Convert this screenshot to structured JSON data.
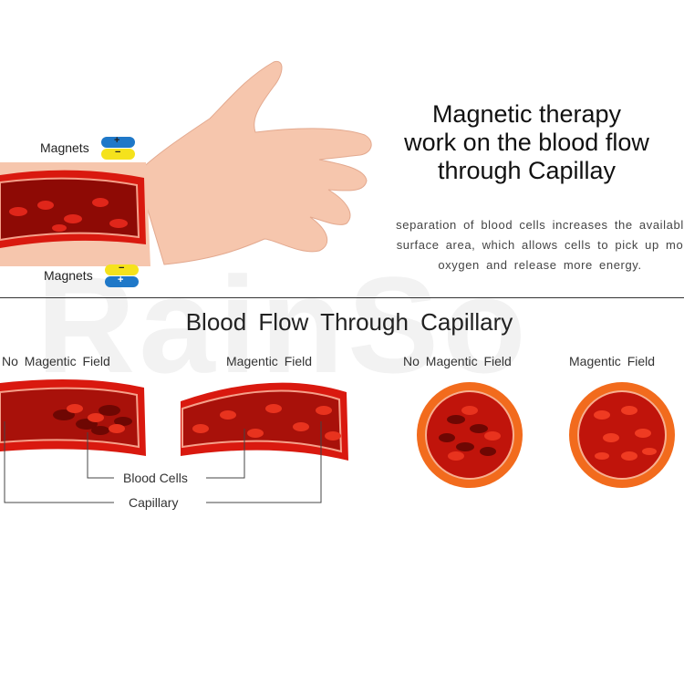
{
  "watermark": "RainSo",
  "header": {
    "title_lines": [
      "Magnetic therapy",
      "work on the blood flow",
      "through Capillay"
    ],
    "description_lines": [
      "separation of blood cells increases the availabl",
      "surface area, which allows cells to pick up mo",
      "oxygen and release more energy."
    ]
  },
  "magnets": {
    "top_label": "Magnets",
    "bottom_label": "Magnets",
    "top_symbols": [
      "+",
      "−"
    ],
    "bottom_symbols": [
      "−",
      "+"
    ],
    "colors": {
      "positive": "#1f78c8",
      "negative": "#f5e21c"
    }
  },
  "comparison": {
    "title": "Blood Flow Through Capillary",
    "panels": [
      {
        "label": "No Magentic Field"
      },
      {
        "label": "Magentic Field"
      },
      {
        "label": "No Magentic Field"
      },
      {
        "label": "Magentic Field"
      }
    ],
    "callouts": {
      "blood_cells": "Blood Cells",
      "capillary": "Capillary"
    }
  },
  "colors": {
    "vessel": "#d9190f",
    "vessel_dark": "#8e0a05",
    "ring": "#f26b1d",
    "skin": "#f6c6ad"
  }
}
